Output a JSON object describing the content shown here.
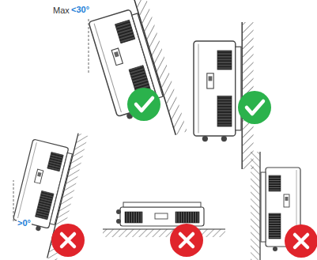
{
  "diagram": {
    "labels": [
      "Max",
      "<30°",
      ">0°"
    ]
  }
}
